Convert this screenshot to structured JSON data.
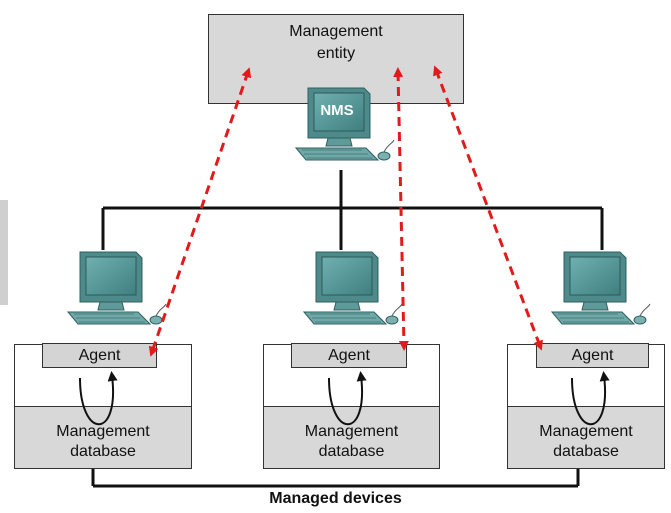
{
  "management_entity": {
    "line1": "Management",
    "line2": "entity"
  },
  "nms_label": "NMS",
  "devices": [
    {
      "agent": "Agent",
      "db_line1": "Management",
      "db_line2": "database"
    },
    {
      "agent": "Agent",
      "db_line1": "Management",
      "db_line2": "database"
    },
    {
      "agent": "Agent",
      "db_line1": "Management",
      "db_line2": "database"
    }
  ],
  "footer_label": "Managed devices",
  "colors": {
    "arrow": "#e21a1a",
    "computer": "#5f9a9a",
    "box_fill": "#d8d8d8"
  }
}
